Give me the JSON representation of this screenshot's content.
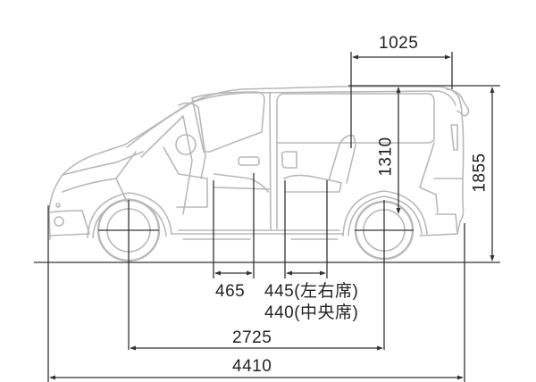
{
  "diagram": {
    "subject": "side view of minivan with dimensions",
    "units": "mm",
    "colors": {
      "body_outline": "#b4b4b4",
      "dimension_line": "#333333",
      "text": "#222222"
    }
  },
  "dimensions": {
    "rear_overhang_top": "1025",
    "interior_height": "1310",
    "overall_height": "1855",
    "front_seat_depth": "465",
    "second_row_depth_side": "445(左右席)",
    "second_row_depth_center": "440(中央席)",
    "wheelbase": "2725",
    "overall_length": "4410"
  }
}
